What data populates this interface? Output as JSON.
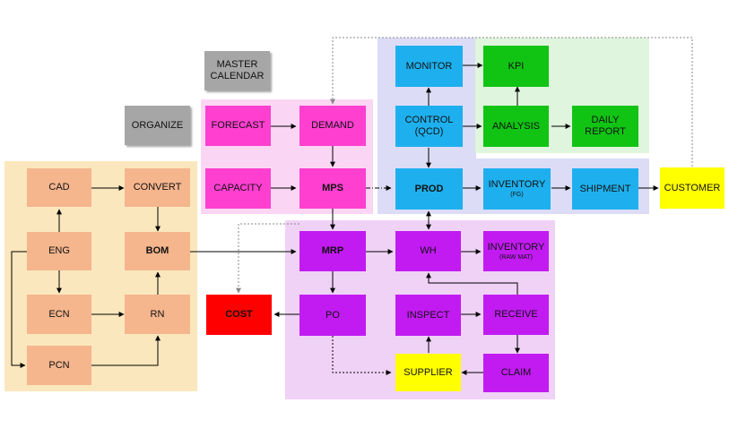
{
  "colors": {
    "engineering_region": "#fbe7bd",
    "planning_region": "#fbd6f4",
    "execution_region": "#f0d2f6",
    "production_region": "#dcdcf6",
    "monitor_region": "#dff5dd",
    "eng_box": "#f5b58d",
    "planning_box": "#ff3fd0",
    "execution_box": "#c21bf2",
    "production_box": "#1eb0ee",
    "monitor_box": "#11c414",
    "gray_box": "#a6a6a6",
    "yellow_box": "#ffff00",
    "cost_box": "#ff0000"
  },
  "boxes": {
    "cad": "CAD",
    "convert": "CONVERT",
    "eng": "ENG",
    "bom": "BOM",
    "ecn": "ECN",
    "rn": "RN",
    "pcn": "PCN",
    "master_calendar_1": "MASTER",
    "master_calendar_2": "CALENDAR",
    "organize": "ORGANIZE",
    "forecast": "FORECAST",
    "demand": "DEMAND",
    "capacity": "CAPACITY",
    "mps": "MPS",
    "mrp": "MRP",
    "wh": "WH",
    "inventory_raw": "INVENTORY",
    "inventory_raw_sub": "(RAW MAT)",
    "po": "PO",
    "inspect": "INSPECT",
    "receive": "RECEIVE",
    "cost": "COST",
    "supplier": "SUPPLIER",
    "claim": "CLAIM",
    "monitor": "MONITOR",
    "control_1": "CONTROL",
    "control_2": "(QCD)",
    "prod": "PROD",
    "inventory_fg": "INVENTORY",
    "inventory_fg_sub": "(FG)",
    "shipment": "SHIPMENT",
    "kpi": "KPI",
    "analysis": "ANALYSIS",
    "daily_report_1": "DAILY",
    "daily_report_2": "REPORT",
    "customer": "CUSTOMER"
  }
}
